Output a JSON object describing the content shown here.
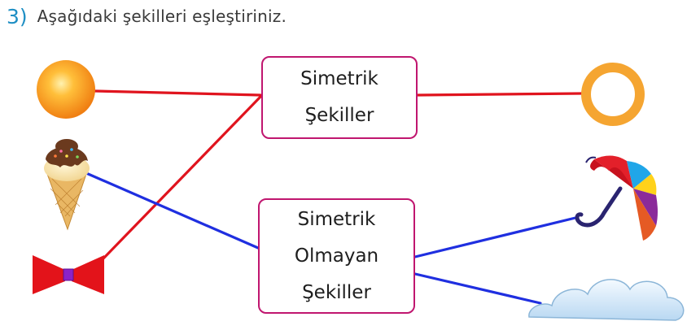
{
  "question": {
    "number": "3)",
    "text": "Aşağıdaki şekilleri eşleştiriniz."
  },
  "boxes": {
    "symmetric": {
      "line1": "Simetrik",
      "line2": "Şekiller"
    },
    "asymmetric": {
      "line1": "Simetrik",
      "line2": "Olmayan",
      "line3": "Şekiller"
    }
  },
  "shapes": {
    "left": [
      "orange-ball-icon",
      "ice-cream-cone-icon",
      "bow-tie-icon"
    ],
    "right": [
      "ring-icon",
      "umbrella-icon",
      "cloud-icon"
    ]
  },
  "colors": {
    "question_number": "#1f8fc4",
    "box_border": "#c0166f",
    "symmetric_lines": "#e0141e",
    "asymmetric_lines": "#1f2fe0",
    "ring": "#f5a531",
    "bow_tie": "#e3131a"
  },
  "matches": [
    {
      "shape": "orange-ball-icon",
      "box": "symmetric",
      "color": "red"
    },
    {
      "shape": "bow-tie-icon",
      "box": "symmetric",
      "color": "red"
    },
    {
      "shape": "ring-icon",
      "box": "symmetric",
      "color": "red"
    },
    {
      "shape": "ice-cream-cone-icon",
      "box": "asymmetric",
      "color": "blue"
    },
    {
      "shape": "umbrella-icon",
      "box": "asymmetric",
      "color": "blue"
    },
    {
      "shape": "cloud-icon",
      "box": "asymmetric",
      "color": "blue"
    }
  ]
}
